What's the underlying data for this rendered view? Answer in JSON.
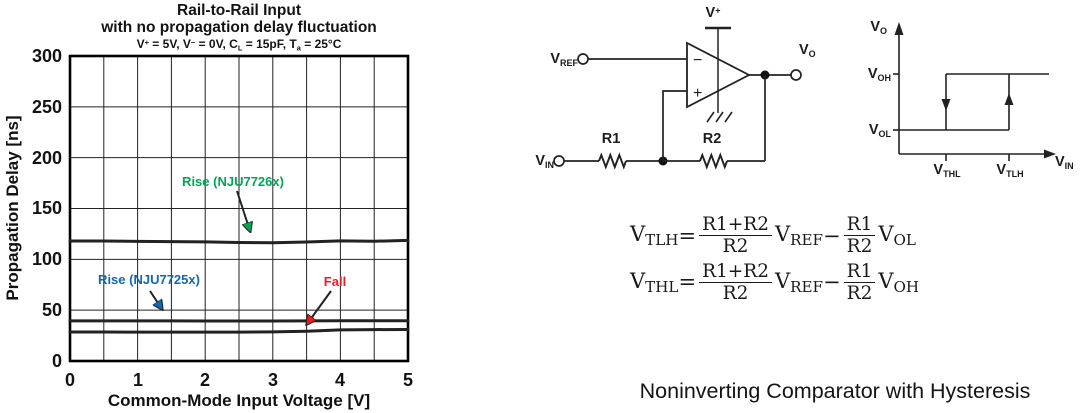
{
  "chart": {
    "title_line1": "Rail-to-Rail Input",
    "title_line2": "with no propagation delay fluctuation",
    "conditions": [
      "V",
      "+",
      " = 5V, V",
      "−",
      " = 0V, C",
      "L",
      " = 15pF, T",
      "a",
      " = 25°C"
    ],
    "xlabel": "Common-Mode Input Voltage [V]",
    "ylabel": "Propagation Delay [ns]"
  },
  "chart_data": {
    "type": "line",
    "title": "Rail-to-Rail Input with no propagation delay fluctuation",
    "xlabel": "Common-Mode Input Voltage [V]",
    "ylabel": "Propagation Delay [ns]",
    "xlim": [
      0,
      5
    ],
    "ylim": [
      0,
      300
    ],
    "x_ticks": [
      0,
      1,
      2,
      3,
      4,
      5
    ],
    "y_ticks": [
      0,
      50,
      100,
      150,
      200,
      250,
      300
    ],
    "x_grid_step": 0.5,
    "grid": true,
    "legend_position": "in-plot-labels",
    "x": [
      0,
      0.5,
      1,
      1.5,
      2,
      2.5,
      3,
      3.5,
      4,
      4.5,
      5
    ],
    "series": [
      {
        "name": "Rise (NJU7726x)",
        "color": "#00A651",
        "values": [
          118,
          118,
          117.7,
          117.4,
          117.2,
          116.6,
          116.3,
          117,
          118.2,
          117.8,
          118.6
        ]
      },
      {
        "name": "Rise (NJU7725x)",
        "color": "#1167B1",
        "values": [
          39.5,
          39.5,
          39.5,
          39.5,
          39.4,
          39.4,
          39.4,
          39.5,
          39.6,
          39.6,
          39.6
        ]
      },
      {
        "name": "Fall",
        "color": "#EC1C24",
        "values": [
          28.5,
          28.5,
          28.4,
          28.4,
          28.4,
          28.4,
          28.6,
          29.3,
          30.6,
          30.9,
          31
        ]
      }
    ]
  },
  "circuit": {
    "vref": {
      "base": "V",
      "sub": "REF"
    },
    "vin": {
      "base": "V",
      "sub": "IN"
    },
    "vplus": {
      "base": "V",
      "sup": "+"
    },
    "vo": {
      "base": "V",
      "sub": "O"
    },
    "r1": "R1",
    "r2": "R2",
    "opamp": {
      "minus": "−",
      "plus": "+"
    }
  },
  "hysteresis": {
    "vo": {
      "base": "V",
      "sub": "O"
    },
    "voh": {
      "base": "V",
      "sub": "OH"
    },
    "vol": {
      "base": "V",
      "sub": "OL"
    },
    "vthl": {
      "base": "V",
      "sub": "THL"
    },
    "vtlh": {
      "base": "V",
      "sub": "TLH"
    },
    "vin": {
      "base": "V",
      "sub": "IN"
    }
  },
  "formulas": [
    {
      "lhs_base": "V",
      "lhs_sub": "TLH",
      "eq": "=",
      "f1_num": "R1+R2",
      "f1_den": "R2",
      "mid_base": "V",
      "mid_sub": "REF",
      "minus": "−",
      "f2_num": "R1",
      "f2_den": "R2",
      "rhs_base": "V",
      "rhs_sub": "OL"
    },
    {
      "lhs_base": "V",
      "lhs_sub": "THL",
      "eq": "=",
      "f1_num": "R1+R2",
      "f1_den": "R2",
      "mid_base": "V",
      "mid_sub": "REF",
      "minus": "−",
      "f2_num": "R1",
      "f2_den": "R2",
      "rhs_base": "V",
      "rhs_sub": "OH"
    }
  ],
  "caption": "Noninverting Comparator with Hysteresis"
}
